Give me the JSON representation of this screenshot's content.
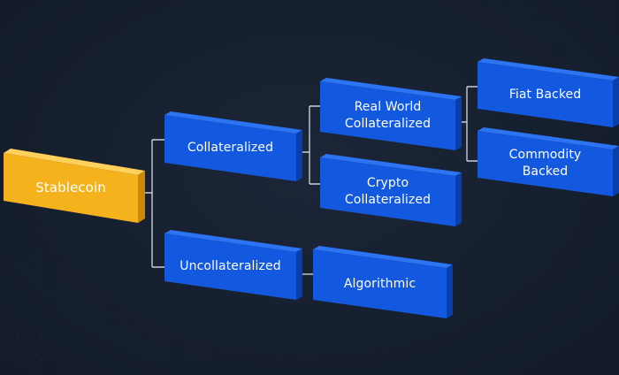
{
  "colors": {
    "background": "#161f2e",
    "root_front": "#f4b21c",
    "root_side": "#c98a08",
    "root_top": "#ffd05a",
    "node_front": "#1259e0",
    "node_side": "#0b3ea6",
    "node_top": "#2c74f2",
    "connector": "#c9ced6"
  },
  "nodes": {
    "stablecoin": "Stablecoin",
    "collateralized": "Collateralized",
    "uncollateralized": "Uncollateralized",
    "real_world": "Real World\nCollateralized",
    "crypto": "Crypto\nCollateralized",
    "algorithmic": "Algorithmic",
    "fiat": "Fiat Backed",
    "commodity": "Commodity\nBacked"
  }
}
